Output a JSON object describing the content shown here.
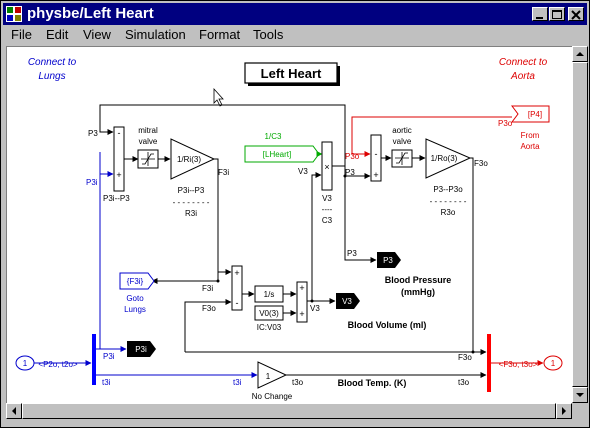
{
  "window": {
    "title": "physbe/Left Heart"
  },
  "menu": {
    "items": [
      "File",
      "Edit",
      "View",
      "Simulation",
      "Format",
      "Tools"
    ]
  },
  "diagram": {
    "title": "Left Heart",
    "connect_lungs": [
      "Connect to",
      "Lungs"
    ],
    "connect_aorta": [
      "Connect to",
      "Aorta"
    ],
    "in_port": {
      "num": "1",
      "label": "<P2o, t2o>"
    },
    "out_port": {
      "num": "1",
      "label": "<F3o, t3o>"
    },
    "mitral": {
      "name": [
        "mitral",
        "valve"
      ],
      "gain": "1/Ri(3)",
      "lbl_top": "P3i--P3",
      "lbl_bot": "R3i",
      "sum_lbl": "P3i--P3"
    },
    "aortic": {
      "name": [
        "aortic",
        "valve"
      ],
      "gain": "1/Ro(3)",
      "lbl_top": "P3--P3o",
      "lbl_bot": "R3o"
    },
    "const": {
      "label": "1/C3",
      "value": "[LHeart]"
    },
    "product": {
      "label_top": "V3",
      "label_mid": "----",
      "label_bot": "C3"
    },
    "from_p4": {
      "tag": "[P4]",
      "label": [
        "From",
        "Aorta"
      ]
    },
    "goto_lungs": {
      "tag": "{F3i}",
      "label": [
        "Goto",
        "Lungs"
      ]
    },
    "integrator": {
      "tf": "1/s",
      "ic": "V0(3)",
      "ic_lbl": "IC:V03"
    },
    "outputs": {
      "p3": "P3",
      "v3": "V3",
      "p3i": "P3i"
    },
    "texts": {
      "bp": [
        "Blood Pressure",
        "(mmHg)"
      ],
      "bv": "Blood Volume (ml)",
      "bt": "Blood Temp. (K)",
      "nochange": "No Change",
      "one": "1"
    },
    "sig": {
      "p3": "P3",
      "p3i": "P3i",
      "f3i": "F3i",
      "f3o": "F3o",
      "v3": "V3",
      "p3o": "P3o",
      "t3i": "t3i",
      "t3o": "t3o",
      "sign_minus": "-",
      "sign_plus": "+",
      "mul": "×"
    }
  },
  "colors": {
    "titlebar": "#000080",
    "blue": "#0000cc",
    "red": "#dd0000",
    "green": "#00aa00",
    "bus_blue": "#0000ff",
    "bus_red": "#ff0000"
  }
}
